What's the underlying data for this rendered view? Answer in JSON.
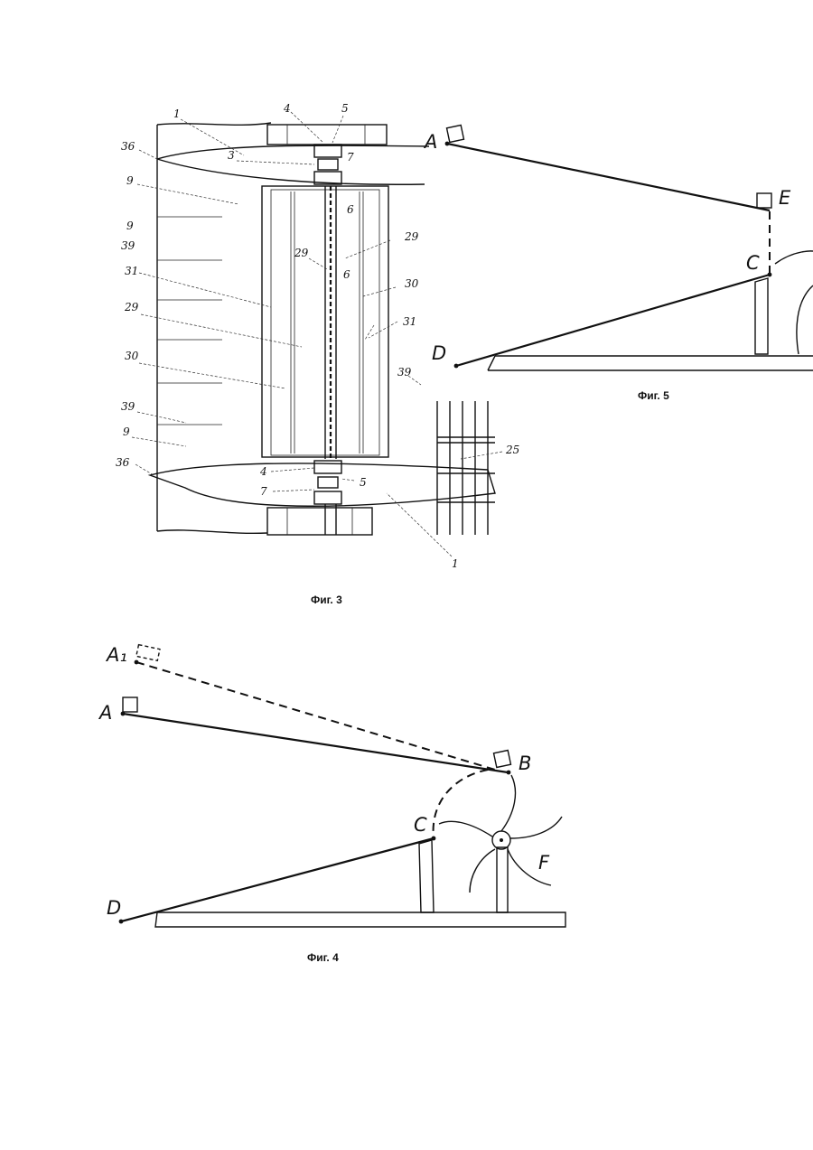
{
  "figures": {
    "fig3": {
      "caption": "Фиг. 3",
      "refs": {
        "r1_top": "1",
        "r4_top": "4",
        "r5_top": "5",
        "r36_top": "36",
        "r3": "3",
        "r7_top": "7",
        "r9_a": "9",
        "r6_a": "6",
        "r9_b": "9",
        "r39_a": "39",
        "r29_a": "29",
        "r29_b": "29",
        "r31_a": "31",
        "r6_b": "6",
        "r30_a": "30",
        "r29_c": "29",
        "r31_b": "31",
        "r30_b": "30",
        "r39_b": "39",
        "r39_c": "39",
        "r9_c": "9",
        "r25": "25",
        "r36_bot": "36",
        "r4_bot": "4",
        "r5_bot": "5",
        "r7_bot": "7",
        "r1_bot": "1"
      }
    },
    "fig4": {
      "caption": "Фиг. 4",
      "points": {
        "A1": "A₁",
        "A": "A",
        "B": "B",
        "C": "C",
        "D": "D",
        "F": "F"
      }
    },
    "fig5": {
      "caption": "Фиг. 5",
      "points": {
        "A": "A",
        "E": "E",
        "C": "C",
        "D": "D"
      }
    }
  }
}
